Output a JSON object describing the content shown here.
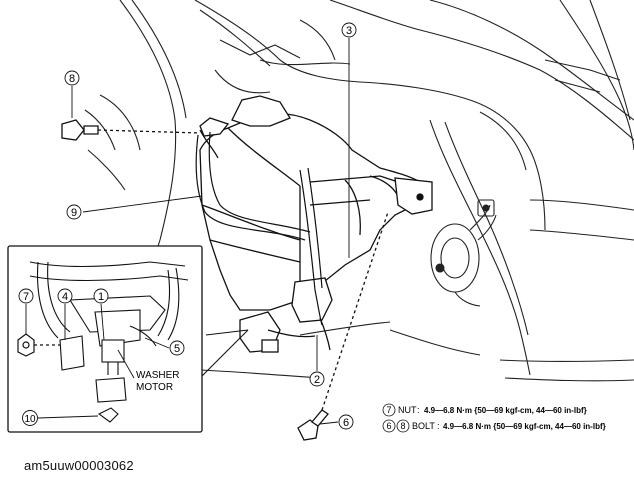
{
  "callouts": {
    "c1": "1",
    "c2": "2",
    "c3": "3",
    "c4": "4",
    "c5": "5",
    "c6": "6",
    "c7": "7",
    "c8": "8",
    "c9": "9",
    "c10": "10"
  },
  "inset": {
    "label_line1": "WASHER",
    "label_line2": "MOTOR"
  },
  "torque_specs": [
    {
      "refs": [
        "7"
      ],
      "part": "NUT",
      "value": "4.9—6.8 N·m {50—69 kgf-cm, 44—60 in-lbf}"
    },
    {
      "refs": [
        "6",
        "8"
      ],
      "part": "BOLT",
      "value": "4.9—6.8 N·m {50—69 kgf-cm, 44—60 in-lbf}"
    }
  ],
  "figure_id": "am5uuw00003062"
}
